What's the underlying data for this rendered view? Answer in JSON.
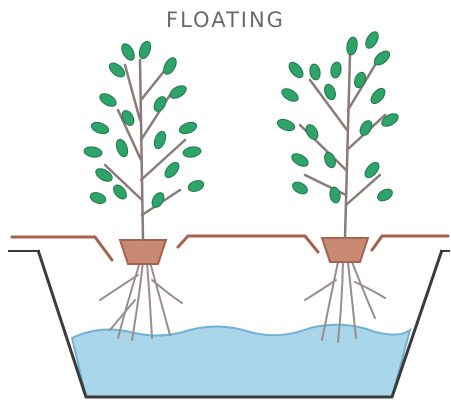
{
  "title": "FLOATING",
  "colors": {
    "water": "#a9d6ea",
    "water_dark": "#6fb2d4",
    "raft": "#a5624f",
    "pot": "#c98a73",
    "stem": "#8a7a78",
    "leaf": "#2fa46a",
    "leaf_dark": "#1e7a4a",
    "tank_outline": "#3b3b3b",
    "root": "#9a8e8c"
  },
  "plants": [
    {
      "name": "left-plant"
    },
    {
      "name": "right-plant"
    }
  ]
}
